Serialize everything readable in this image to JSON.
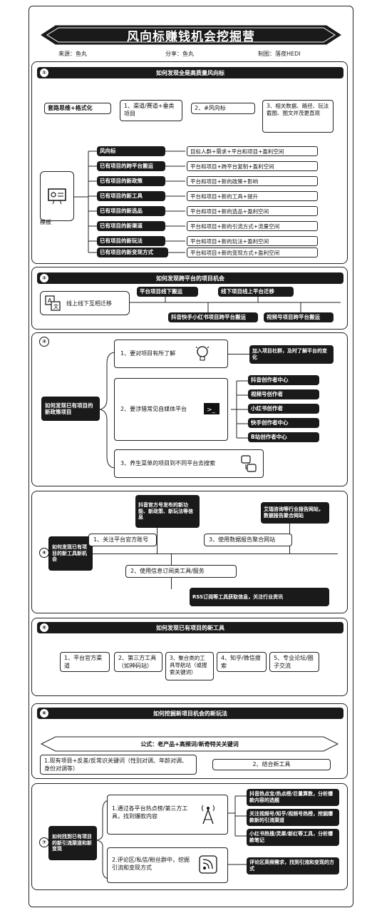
{
  "title": "风向标赚钱机会挖掘营",
  "meta": {
    "source": "来源：鱼丸",
    "sharer": "分享：鱼丸",
    "author": "制图：落夜HEDI"
  },
  "s1": {
    "num": "①",
    "title": "如何发现全是高质量风向标",
    "top_items": [
      "套路思维+格式化",
      "1、渠道/赛道+垂类项目",
      "2、#风向标",
      "3、相关数据、路径、玩法截图、图文并茂更直观"
    ],
    "template_label": "模板",
    "rows": [
      {
        "left": "风向标",
        "right": "目标人群+需求+平台和项目+盈利空间"
      },
      {
        "left": "已有项目的跨平台搬运",
        "right": "平台和项目+跨平台复制+盈利空间"
      },
      {
        "left": "已有项目的新政策",
        "right": "平台和项目+新的政策+影响"
      },
      {
        "left": "已有项目的新工具",
        "right": "平台和项目+新的工具+提升"
      },
      {
        "left": "已有项目的新选品",
        "right": "平台和项目+新的选品+盈利空间"
      },
      {
        "left": "已有项目的新渠道",
        "right": "平台和项目+新的引流方式+流量空间"
      },
      {
        "left": "已有项目的新玩法",
        "right": "平台和项目+新的玩法+盈利空间"
      },
      {
        "left": "已有项目的新变现方式",
        "right": "平台和项目+新的变现方式+盈利空间"
      }
    ]
  },
  "s2": {
    "num": "②",
    "title": "如何发现跨平台的项目机会",
    "left": "线上线下互相迁移",
    "top": [
      "平台项目线下搬运",
      "线下项目线上平台迁移"
    ],
    "bottom": [
      "抖音快手小红书项目跨平台搬运",
      "视频号项目跨平台搬运"
    ]
  },
  "s3": {
    "num": "③",
    "center": "如何发现已有项目的新政策项目",
    "items": [
      "1、要对项目有所了解",
      "2、要涉猎常见自媒体平台",
      "3、养生菜单的项目到不同平台去搜索"
    ],
    "note1": "加入项目社群，及时了解平台的变化",
    "platforms": [
      "抖音创作者中心",
      "视频号创作者",
      "小红书创作者",
      "快手创作者中心",
      "B站创作者中心"
    ]
  },
  "s4": {
    "num": "④",
    "center": "如何发现已有项目的新工具新机会",
    "items": [
      "1、关注平台官方账号",
      "3、使用数据报告聚合网站",
      "2、使用信息订阅类工具/服务"
    ],
    "notes": [
      "抖音官方号发布的新功能、新政策、新玩法等信息",
      "艾瑞咨询等行业报告网站，数据报告聚合网站",
      "RSS订阅等工具获取信息，关注行业资讯"
    ]
  },
  "s5": {
    "num": "⑤",
    "title": "如何发现已有项目的新工具",
    "items": [
      "1、平台官方渠道",
      "2、第三方工具（如神码站）",
      "3、聚合类的工具导航站（或搜索关键词）",
      "4、知乎/微信搜索",
      "5、专业论坛/圈子交流"
    ]
  },
  "s6": {
    "num": "⑥",
    "title": "如何挖掘新项目机会的新玩法",
    "formula": "公式：老产品+高频词/新奇特关关键词",
    "left": "1.现有项目+反差/反常识关键词（性别对调、年龄对调、身份对调等）",
    "right": "2、结合新工具"
  },
  "s7": {
    "num": "⑦",
    "center": "如何找到已有项目的新引流渠道和新变现",
    "items": [
      "1.通过各平台热点榜/第三方工具，找到爆款内容",
      "2.评论区/私信/粉丝群中，挖掘引流和变现方式"
    ],
    "notes": [
      "抖音热点宝/热点榜/巨量算数，分析爆款内容的选题",
      "关注视频号/知乎/视频号热榜，挖掘爆款新的引流渠道",
      "小红书热搜/灵犀/新红等工具，分析爆款笔记",
      "评论区高频需求，找到引流和变现的方式"
    ]
  }
}
